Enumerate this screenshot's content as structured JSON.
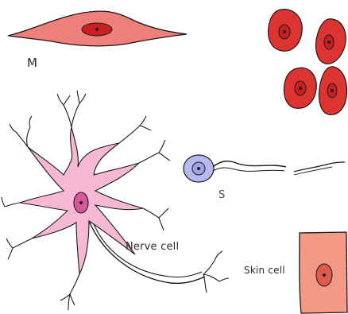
{
  "labels": {
    "muscle": "M",
    "nerve": "Nerve cell",
    "sperm": "S",
    "skin": "Skin cell"
  },
  "colors": {
    "muscle_fill": "#ef7f7a",
    "red_cell_fill": "#de3431",
    "nucleus": "#c81f23",
    "nerve_fill": "#f6b8d2",
    "nerve_nucleus": "#d8569c",
    "sperm_head": "#b7b9f0",
    "skin_fill": "#f29a86",
    "outline": "#1a1a1a"
  }
}
